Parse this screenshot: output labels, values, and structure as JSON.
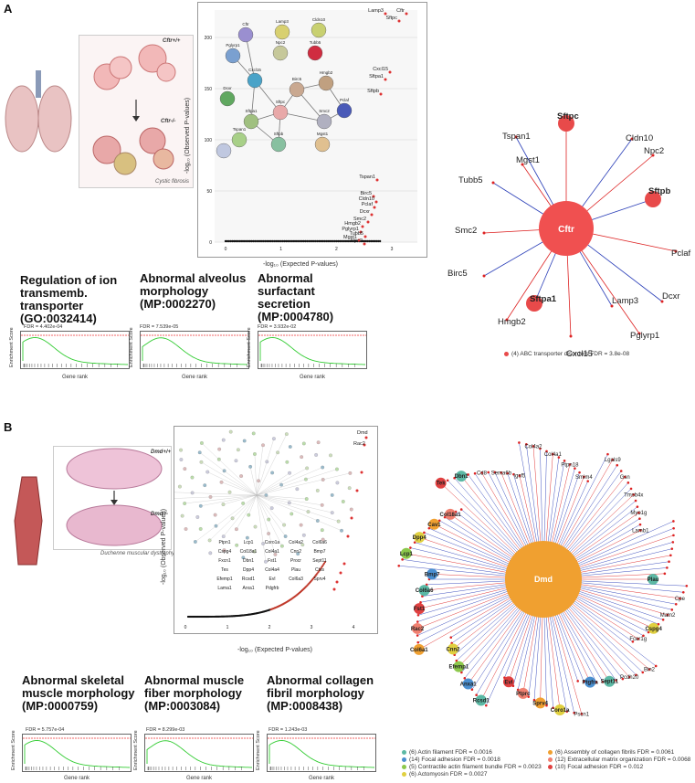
{
  "panels": {
    "a": {
      "letter": "A"
    },
    "b": {
      "letter": "B"
    }
  },
  "a": {
    "illustration": {
      "top_label": "Cftr+/+",
      "bottom_label": "Cftr-/-",
      "caption": "Cystic fibrosis"
    },
    "string_nodes": [
      "Cftr",
      "Lamp3",
      "Cldn10",
      "Pglyrp1",
      "Npc2",
      "Tubb5",
      "Cxcl15",
      "Dcxr",
      "Birc5",
      "Hmgb2",
      "Pclaf",
      "Sftpa1",
      "Sftpc",
      "Smc2",
      "Tspan1",
      "Sftpb",
      "Mgst1"
    ],
    "scatter": {
      "xlabel": "-log₁₀ (Expected P-values)",
      "ylabel": "-log₁₀ (Observed P-values)",
      "xticks": [
        "0",
        "1",
        "2",
        "3"
      ],
      "yticks": [
        "0",
        "50",
        "100",
        "150",
        "200"
      ],
      "labels": [
        "Lamp3",
        "Cftr",
        "Sftpc",
        "Cxcl15",
        "Sftpa1",
        "Sftpb",
        "Tspan1",
        "Birc5",
        "Cldn10",
        "Pclaf",
        "Dcxr",
        "Smc2",
        "Hmgb2",
        "Pglyrp1",
        "Tubb5",
        "Mgst1",
        "Npc2"
      ]
    },
    "gsea": [
      {
        "title": "Regulation of ion transmemb. transporter (GO:0032414)",
        "fdr": "FDR = 4.402e-04",
        "xlabel": "Gene rank",
        "ylabel": "Enrichment Score",
        "xticks": [
          "0",
          "2000",
          "4000",
          "6000"
        ]
      },
      {
        "title": "Abnormal alveolus morphology (MP:0002270)",
        "fdr": "FDR = 7.539e-05",
        "xlabel": "Gene rank",
        "ylabel": "Enrichment Score",
        "xticks": [
          "0",
          "2000",
          "4000",
          "6000"
        ]
      },
      {
        "title": "Abnormal surfactant secretion (MP:0004780)",
        "fdr": "FDR = 3.932e-02",
        "xlabel": "Gene rank",
        "ylabel": "Enrichment Score",
        "xticks": [
          "0",
          "2000",
          "4000",
          "6000"
        ]
      }
    ],
    "network": {
      "hub": "Cftr",
      "genes": [
        "Sftpc",
        "Cldn10",
        "Npc2",
        "Sftpb",
        "Pclaf",
        "Dcxr",
        "Pglyrp1",
        "Lamp3",
        "Cxcl15",
        "Sftpa1",
        "Hmgb2",
        "Birc5",
        "Smc2",
        "Tubb5",
        "Mgst1",
        "Tspan1"
      ],
      "bold": [
        "Sftpc",
        "Sftpb",
        "Sftpa1"
      ],
      "legend": "(4) ABC transporter disorders FDR = 3.8e-08",
      "legend_color": "#e84a4a"
    }
  },
  "b": {
    "illustration": {
      "top_label": "Dmd+/+",
      "bottom_label": "Dmd-/-",
      "caption": "Duchenne muscular dystrophy"
    },
    "scatter": {
      "xlabel": "-log₁₀ (Expected P-values)",
      "ylabel": "-log₁₀ (Observed P-values)",
      "xticks": [
        "0",
        "1",
        "2",
        "3",
        "4"
      ],
      "labels": [
        "Dmd",
        "Rac2",
        "Ptpn1",
        "Lcp1",
        "Coro1a",
        "Col4a2",
        "Col6a6",
        "Cspg4",
        "Col18a1",
        "Col4a1",
        "Cnn2",
        "Bmp7",
        "Fxcn1",
        "Dbn1",
        "Fst1",
        "Procr",
        "Sept11",
        "Tes",
        "Dpp4",
        "Col4a4",
        "Plau",
        "Ctss",
        "Efemp1",
        "Rcsd1",
        "Evl",
        "Col6a3",
        "Sprv4",
        "Lama1",
        "Arxa1",
        "Pdgfrb"
      ]
    },
    "gsea": [
      {
        "title": "Abnormal skeletal muscle morphology (MP:0000759)",
        "fdr": "FDR = 5.757e-04",
        "xlabel": "Gene rank",
        "ylabel": "Enrichment Score",
        "xticks": [
          "0",
          "2500",
          "5000",
          "7500",
          "10000"
        ]
      },
      {
        "title": "Abnormal muscle fiber morphology (MP:0003084)",
        "fdr": "FDR = 8.299e-03",
        "xlabel": "Gene rank",
        "ylabel": "Enrichment Score",
        "xticks": [
          "0",
          "2500",
          "5000",
          "7500",
          "10000"
        ]
      },
      {
        "title": "Abnormal collagen fibril morphology (MP:0008438)",
        "fdr": "FDR = 1.243e-03",
        "xlabel": "Gene rank",
        "ylabel": "Enrichment Score",
        "xticks": [
          "0",
          "2500",
          "5000",
          "7500",
          "10000"
        ]
      }
    ],
    "network": {
      "hub": "Dmd",
      "genes": [
        "Plau",
        "Cpe",
        "Matn2",
        "Cspg4",
        "Fcer1g",
        "Bin2",
        "Pcdh20",
        "Sept11",
        "Ptgfra",
        "Pscn1",
        "Coro1a",
        "Sprv4",
        "Ptprc",
        "Evl",
        "Rcsd1",
        "Anxa1",
        "Efemp1",
        "Cnn2",
        "Col6a1",
        "Rac2",
        "Fst1",
        "Col6a6",
        "Bmp7",
        "Lcp1",
        "Dpp4",
        "Cav1",
        "Col18a1",
        "Tek",
        "Dbn1",
        "Cd8",
        "Sema6b",
        "Igsf5",
        "Col4a2",
        "Col4a1",
        "Ptpn18",
        "Smim4",
        "Lgals9",
        "Gsn",
        "Tmsb4x",
        "Myo1g",
        "Lamb1"
      ],
      "bold": [
        "Plau",
        "Cspg4",
        "Sept11",
        "Ptgfra",
        "Coro1a",
        "Sprv4",
        "Ptprc",
        "Evl",
        "Rcsd1",
        "Anxa1",
        "Efemp1",
        "Cnn2",
        "Col6a1",
        "Rac2",
        "Fst1",
        "Col6a6",
        "Bmp7",
        "Lcp1",
        "Dpp4",
        "Cav1",
        "Col18a1",
        "Tek",
        "Dbn1"
      ],
      "legend": [
        {
          "text": "(6) Actin filament FDR = 0.0016",
          "color": "#5cb8a4"
        },
        {
          "text": "(14) Focal adhesion FDR = 0.0018",
          "color": "#4a8fd0"
        },
        {
          "text": "(5) Contractile actin filament bundle FDR = 0.0023",
          "color": "#8cc84b"
        },
        {
          "text": "(6) Actomyosin FDR = 0.0027",
          "color": "#e0d040"
        },
        {
          "text": "(6) Assembly of collagen fibrils FDR = 0.0061",
          "color": "#f0a030"
        },
        {
          "text": "(12) Extracellular matrix organization FDR = 0.0068",
          "color": "#f08070"
        },
        {
          "text": "(10) Focal adhesion FDR = 0.012",
          "color": "#e04040"
        }
      ]
    }
  }
}
